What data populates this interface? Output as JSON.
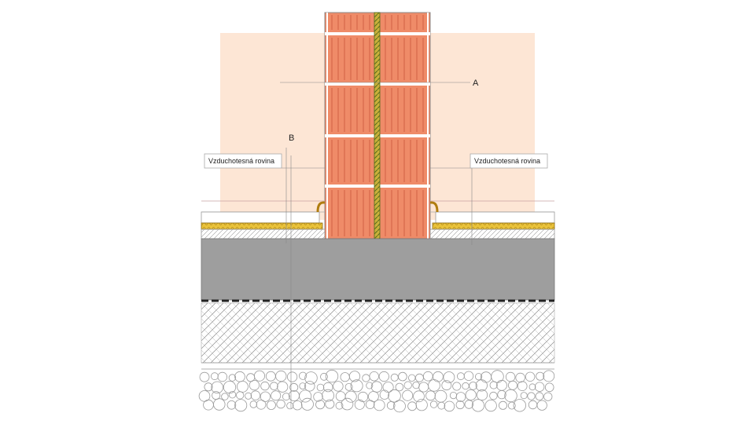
{
  "labels": {
    "a": "A",
    "b": "B",
    "airtight_left": "Vzduchotesná rovina",
    "airtight_right": "Vzduchotesná rovina"
  },
  "colors": {
    "room": "#fde6d5",
    "brick": "#ef8b68",
    "brick_line": "#c9583a",
    "mortar": "#ffffff",
    "insulation": "#e9c23a",
    "insulation_core": "#6b8f2a",
    "concrete": "#9e9e9e",
    "screed": "#ffffff",
    "hatch": "#8a8a8a"
  }
}
